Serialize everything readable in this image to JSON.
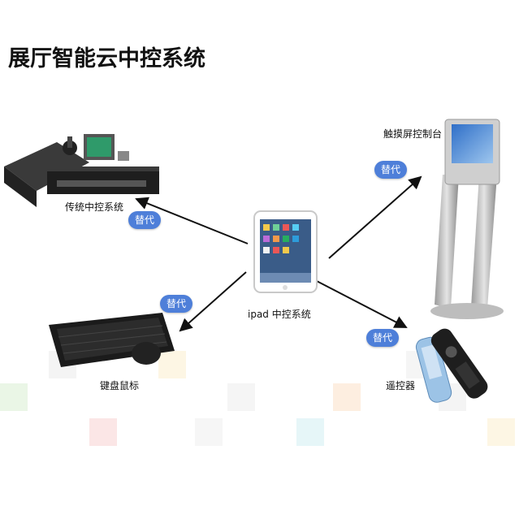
{
  "title": "展厅智能云中控系统",
  "center": {
    "label": "ipad 中控系统"
  },
  "devices": {
    "traditional": {
      "label": "传统中控系统",
      "badge": "替代"
    },
    "touchscreen": {
      "label": "触摸屏控制台",
      "badge": "替代"
    },
    "keyboard": {
      "label": "键盘鼠标",
      "badge": "替代"
    },
    "remote": {
      "label": "遥控器",
      "badge": "替代"
    }
  },
  "colors": {
    "badge": "#4e7fd9",
    "arrow": "#111111"
  }
}
